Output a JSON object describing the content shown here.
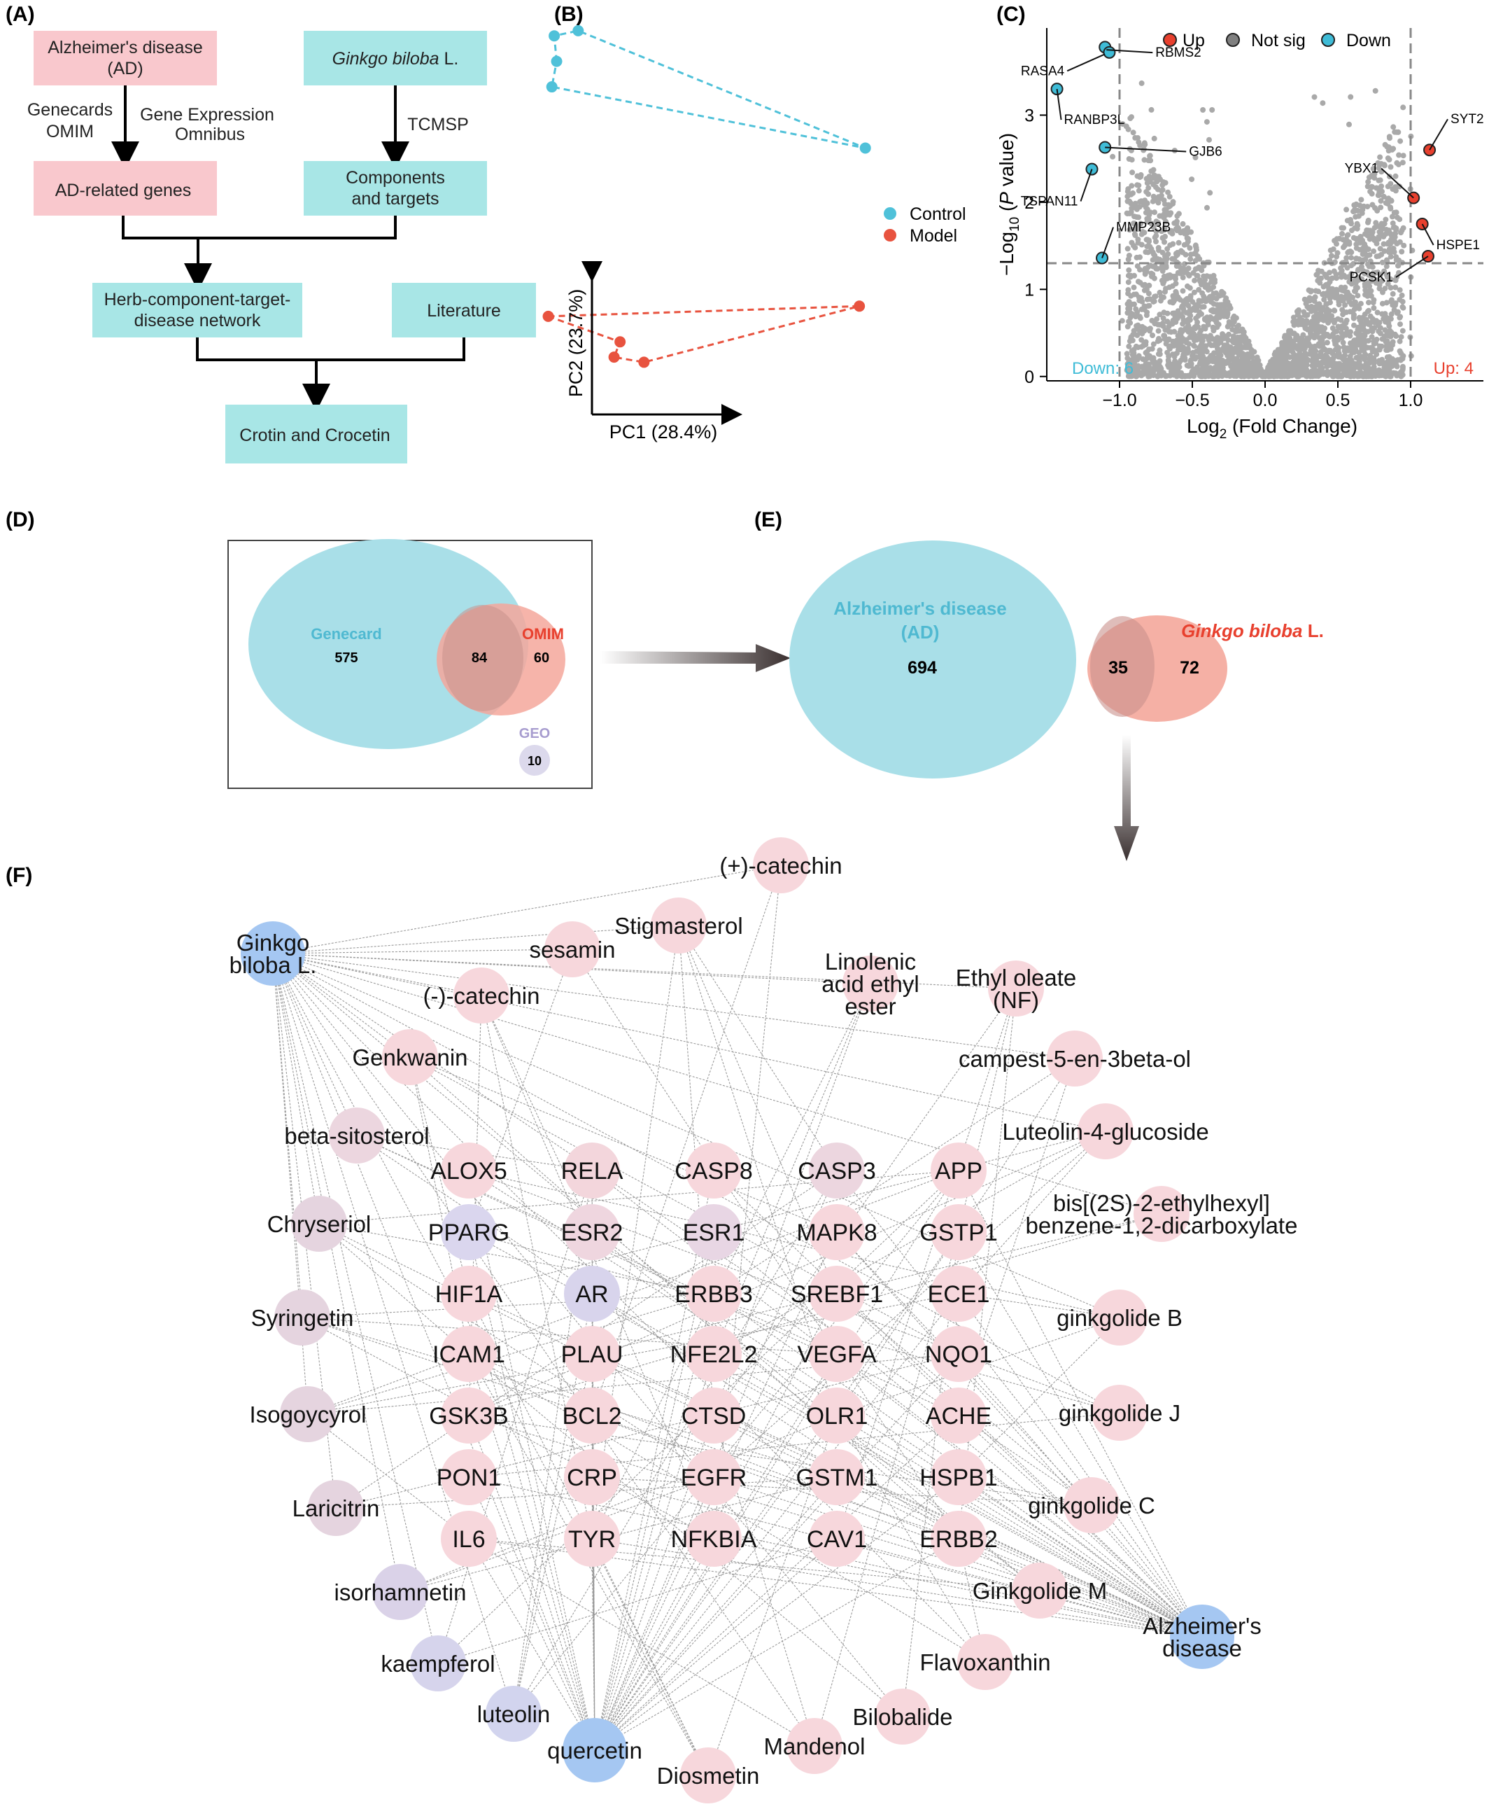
{
  "panels": {
    "a": "(A)",
    "b": "(B)",
    "c": "(C)",
    "d": "(D)",
    "e": "(E)",
    "f": "(F)"
  },
  "flow": {
    "ad_box_l1": "Alzheimer's disease",
    "ad_box_l2": "(AD)",
    "genecards": "Genecards",
    "omim": "OMIM",
    "geo_l1": "Gene Expression",
    "geo_l2": "Omnibus",
    "ad_genes": "AD-related genes",
    "ginkgo_italic": "Ginkgo biloba",
    "ginkgo_tail": " L.",
    "tcmsp": "TCMSP",
    "comp_l1": "Components",
    "comp_l2": "and targets",
    "network_l1": "Herb-component-target-",
    "network_l2": "disease network",
    "literature": "Literature",
    "result": "Crotin and Crocetin"
  },
  "pca": {
    "xlabel": "PC1 (28.4%)",
    "ylabel": "PC2 (23.7%)",
    "legend": [
      {
        "name": "Control",
        "color": "#4fc1d9"
      },
      {
        "name": "Model",
        "color": "#e8533f"
      }
    ]
  },
  "volcano": {
    "legend": [
      {
        "name": "Up",
        "color": "#e8402e"
      },
      {
        "name": "Not sig",
        "color": "#808080"
      },
      {
        "name": "Down",
        "color": "#3fbcd7"
      }
    ],
    "xlabel_main": "Log",
    "xlabel_sub": "2",
    "xlabel_tail": " (Fold Change)",
    "ylabel_main": "−Log",
    "ylabel_sub": "10",
    "ylabel_tail": " (P value)",
    "down_count": "Down: 6",
    "up_count": "Up: 4",
    "genes_down": [
      "RBMS2",
      "RASA4",
      "RANBP3L",
      "GJB6",
      "TSPAN11",
      "MMP23B"
    ],
    "genes_up": [
      "SYT2",
      "YBX1",
      "HSPE1",
      "PCSK1"
    ]
  },
  "venn_d": {
    "genecard_label": "Genecard",
    "genecard_count": "575",
    "omim_label": "OMIM",
    "overlap_count": "84",
    "omim_count": "60",
    "geo_label": "GEO",
    "geo_count": "10"
  },
  "venn_e": {
    "ad_l1": "Alzheimer's disease",
    "ad_l2": "(AD)",
    "ad_count": "694",
    "overlap_count": "35",
    "ginkgo_italic": "Ginkgo biloba",
    "ginkgo_tail": " L.",
    "ginkgo_count": "72"
  },
  "chart_data": [
    {
      "type": "scatter",
      "xlabel": "PC1 (28.4%)",
      "ylabel": "PC2 (23.7%)",
      "legend": "right",
      "series": [
        {
          "name": "Control",
          "color": "#4fc1d9",
          "points": [
            [
              -0.9,
              3.3
            ],
            [
              -0.7,
              3.35
            ],
            [
              -0.88,
              3.05
            ],
            [
              -0.92,
              2.8
            ],
            [
              1.7,
              2.2
            ]
          ]
        },
        {
          "name": "Model",
          "color": "#e8533f",
          "points": [
            [
              -0.95,
              0.55
            ],
            [
              -0.35,
              0.3
            ],
            [
              -0.4,
              0.15
            ],
            [
              -0.15,
              0.1
            ],
            [
              1.65,
              0.65
            ]
          ]
        }
      ]
    },
    {
      "type": "scatter",
      "xlabel": "Log2 (Fold Change)",
      "ylabel": "−Log10 (P value)",
      "xlim": [
        -1.5,
        1.5
      ],
      "ylim": [
        -0.05,
        4.0
      ],
      "xticks": [
        -1.0,
        -0.5,
        0.0,
        0.5,
        1.0
      ],
      "xtick_labels": [
        "−1.0",
        "−0.5",
        "0.0",
        "0.5",
        "1.0"
      ],
      "yticks": [
        0,
        1,
        2,
        3
      ],
      "thresholds": {
        "x": [
          -1.0,
          1.0
        ],
        "y": 1.3
      },
      "legend": "top",
      "series": [
        {
          "name": "Up",
          "color": "#e8402e",
          "points": [
            [
              1.13,
              2.6
            ],
            [
              1.02,
              2.05
            ],
            [
              1.08,
              1.75
            ],
            [
              1.12,
              1.38
            ]
          ]
        },
        {
          "name": "Down",
          "color": "#3fbcd7",
          "points": [
            [
              -1.1,
              3.78
            ],
            [
              -1.07,
              3.72
            ],
            [
              -1.43,
              3.3
            ],
            [
              -1.1,
              2.63
            ],
            [
              -1.19,
              2.38
            ],
            [
              -1.12,
              1.36
            ]
          ]
        }
      ],
      "labels": [
        {
          "text": "RBMS2",
          "x": -1.09,
          "y": 3.75
        },
        {
          "text": "RASA4",
          "x": -1.1,
          "y": 3.7
        },
        {
          "text": "RANBP3L",
          "x": -1.43,
          "y": 3.3
        },
        {
          "text": "GJB6",
          "x": -1.1,
          "y": 2.63
        },
        {
          "text": "TSPAN11",
          "x": -1.19,
          "y": 2.38
        },
        {
          "text": "MMP23B",
          "x": -1.12,
          "y": 1.36
        },
        {
          "text": "SYT2",
          "x": 1.13,
          "y": 2.6
        },
        {
          "text": "YBX1",
          "x": 1.02,
          "y": 2.05
        },
        {
          "text": "HSPE1",
          "x": 1.08,
          "y": 1.75
        },
        {
          "text": "PCSK1",
          "x": 1.12,
          "y": 1.38
        }
      ]
    }
  ],
  "network": {
    "hubs": [
      {
        "id": "ginkgo",
        "lines": [
          "Ginkgo",
          "biloba L."
        ]
      },
      {
        "id": "alz",
        "lines": [
          "Alzheimer's",
          "disease"
        ]
      },
      {
        "id": "quercetin",
        "lines": [
          "quercetin"
        ]
      }
    ],
    "components": [
      {
        "id": "catp",
        "lines": [
          "(+)-catechin"
        ]
      },
      {
        "id": "stig",
        "lines": [
          "Stigmasterol"
        ]
      },
      {
        "id": "sesamin",
        "lines": [
          "sesamin"
        ]
      },
      {
        "id": "linol",
        "lines": [
          "Linolenic",
          "acid ethyl",
          "ester"
        ]
      },
      {
        "id": "ethyl",
        "lines": [
          "Ethyl oleate",
          "(NF)"
        ]
      },
      {
        "id": "catm",
        "lines": [
          "(-)-catechin"
        ]
      },
      {
        "id": "genk",
        "lines": [
          "Genkwanin"
        ]
      },
      {
        "id": "camp",
        "lines": [
          "campest-5-en-3beta-ol"
        ]
      },
      {
        "id": "bsito",
        "lines": [
          "beta-sitosterol"
        ]
      },
      {
        "id": "lut4",
        "lines": [
          "Luteolin-4-glucoside"
        ]
      },
      {
        "id": "bis",
        "lines": [
          "bis[(2S)-2-ethylhexyl]",
          "benzene-1,2-dicarboxylate"
        ]
      },
      {
        "id": "chrys",
        "lines": [
          "Chryseriol"
        ]
      },
      {
        "id": "syrin",
        "lines": [
          "Syringetin"
        ]
      },
      {
        "id": "ginkB",
        "lines": [
          "ginkgolide B"
        ]
      },
      {
        "id": "isog",
        "lines": [
          "Isogoycyrol"
        ]
      },
      {
        "id": "ginkJ",
        "lines": [
          "ginkgolide J"
        ]
      },
      {
        "id": "laric",
        "lines": [
          "Laricitrin"
        ]
      },
      {
        "id": "ginkC",
        "lines": [
          "ginkgolide C"
        ]
      },
      {
        "id": "isorh",
        "lines": [
          "isorhamnetin"
        ]
      },
      {
        "id": "ginkM",
        "lines": [
          "Ginkgolide M"
        ]
      },
      {
        "id": "kaemp",
        "lines": [
          "kaempferol"
        ]
      },
      {
        "id": "flavo",
        "lines": [
          "Flavoxanthin"
        ]
      },
      {
        "id": "luteo",
        "lines": [
          "luteolin"
        ]
      },
      {
        "id": "bilob",
        "lines": [
          "Bilobalide"
        ]
      },
      {
        "id": "mand",
        "lines": [
          "Mandenol"
        ]
      },
      {
        "id": "diosm",
        "lines": [
          "Diosmetin"
        ]
      }
    ],
    "targets": [
      [
        "ALOX5",
        "RELA",
        "CASP8",
        "CASP3",
        "APP"
      ],
      [
        "PPARG",
        "ESR2",
        "ESR1",
        "MAPK8",
        "GSTP1"
      ],
      [
        "HIF1A",
        "AR",
        "ERBB3",
        "SREBF1",
        "ECE1"
      ],
      [
        "ICAM1",
        "PLAU",
        "NFE2L2",
        "VEGFA",
        "NQO1"
      ],
      [
        "GSK3B",
        "BCL2",
        "CTSD",
        "OLR1",
        "ACHE"
      ],
      [
        "PON1",
        "CRP",
        "EGFR",
        "GSTM1",
        "HSPB1"
      ],
      [
        "IL6",
        "TYR",
        "NFKBIA",
        "CAV1",
        "ERBB2"
      ]
    ]
  }
}
